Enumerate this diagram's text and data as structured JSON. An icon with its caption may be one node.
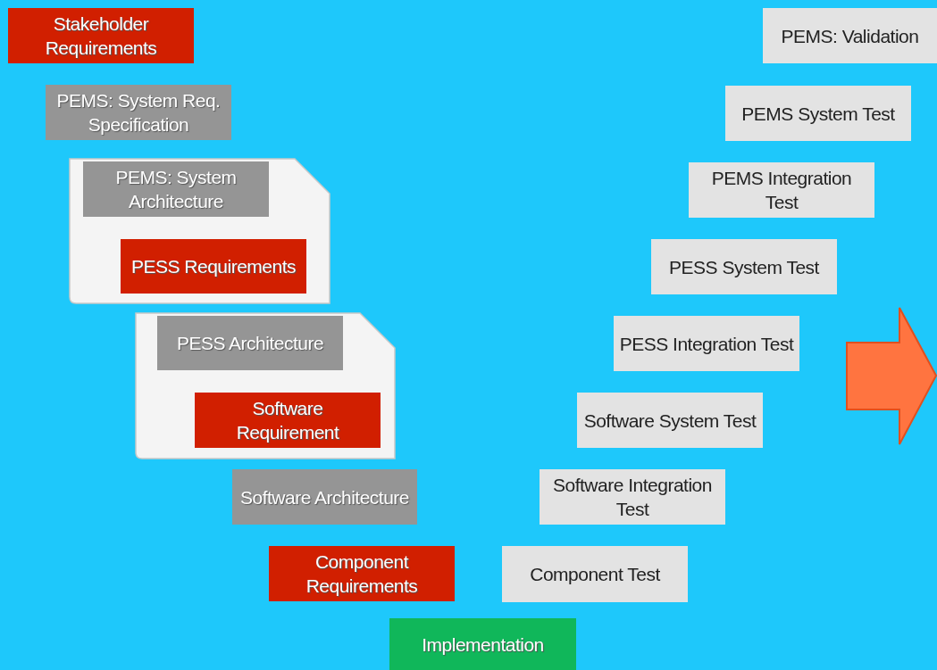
{
  "diagram": {
    "nodes": [
      {
        "text": [
          "Stakeholder Requirements"
        ]
      },
      {
        "text": [
          "PEMS: System Req. Specification"
        ]
      },
      {
        "text": [],
        "shape": "box"
      },
      {
        "text": [
          "PEMS: System Architecture"
        ],
        "in": 2
      },
      {
        "text": [
          "PESS Requirements"
        ],
        "in": 2
      },
      {
        "text": [],
        "shape": "box"
      },
      {
        "text": [
          "PESS Architecture"
        ],
        "in": 5
      },
      {
        "text": [
          "Software Requirement"
        ],
        "in": 5
      },
      {
        "text": [
          "Software Architecture"
        ]
      },
      {
        "text": [
          "Component Requirements"
        ]
      },
      {
        "text": [
          "Implementation"
        ]
      },
      {
        "text": [
          "Component Test"
        ]
      },
      {
        "text": [
          "Software Integration Test"
        ]
      },
      {
        "text": [
          "Software System Test"
        ]
      },
      {
        "text": [
          "PESS Integration Test"
        ]
      },
      {
        "text": [
          "PESS System Test"
        ]
      },
      {
        "text": [
          "PEMS Integration Test"
        ]
      },
      {
        "text": [
          "PEMS System Test"
        ]
      },
      {
        "text": [
          "PEMS: Validation"
        ]
      }
    ]
  }
}
